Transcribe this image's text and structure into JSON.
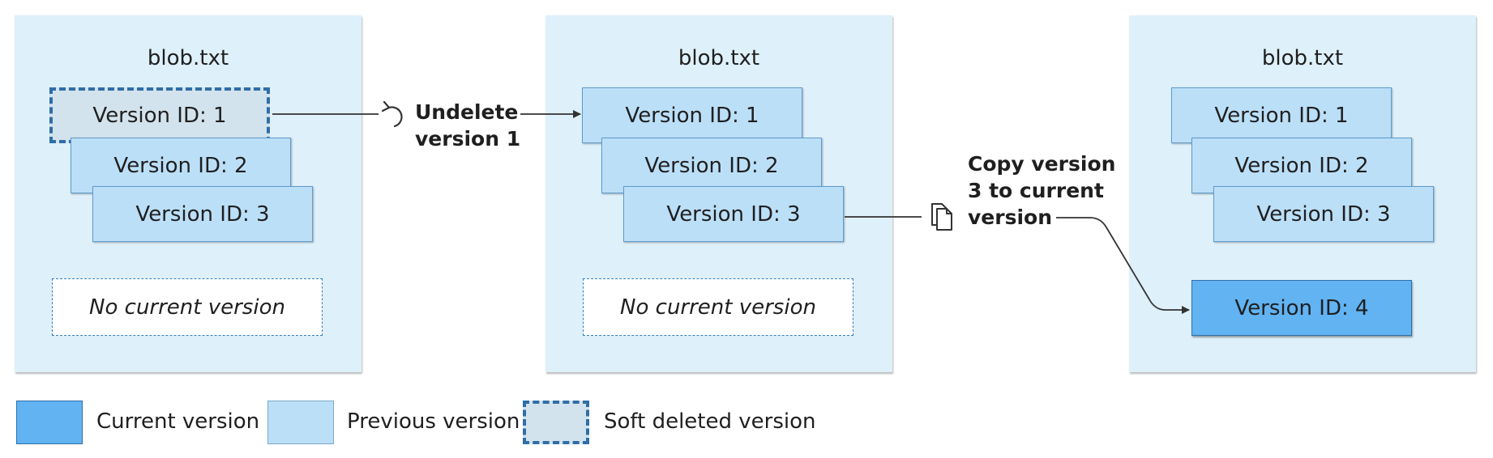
{
  "panels": [
    {
      "title": "blob.txt",
      "versions": [
        "Version ID: 1",
        "Version ID: 2",
        "Version ID: 3"
      ],
      "placeholder": "No current version"
    },
    {
      "title": "blob.txt",
      "versions": [
        "Version ID: 1",
        "Version ID: 2",
        "Version ID: 3"
      ],
      "placeholder": "No current version"
    },
    {
      "title": "blob.txt",
      "versions": [
        "Version ID: 1",
        "Version ID: 2",
        "Version ID: 3"
      ],
      "current": "Version ID: 4"
    }
  ],
  "operations": {
    "undelete": {
      "line1": "Undelete",
      "line2": "version 1",
      "icon": "undo-arrow-icon"
    },
    "copy": {
      "line1": "Copy version",
      "line2": "3 to current",
      "line3": "version",
      "icon": "copy-document-icon"
    }
  },
  "legend": {
    "current": "Current version",
    "previous": "Previous version",
    "deleted": "Soft deleted version"
  },
  "colors": {
    "panel_background": "#def0fa",
    "current_version": "#61b3f2",
    "previous_version": "#bcdff8",
    "soft_deleted_version": "#d3e3ed",
    "dashed_border": "#2f6ea8"
  }
}
